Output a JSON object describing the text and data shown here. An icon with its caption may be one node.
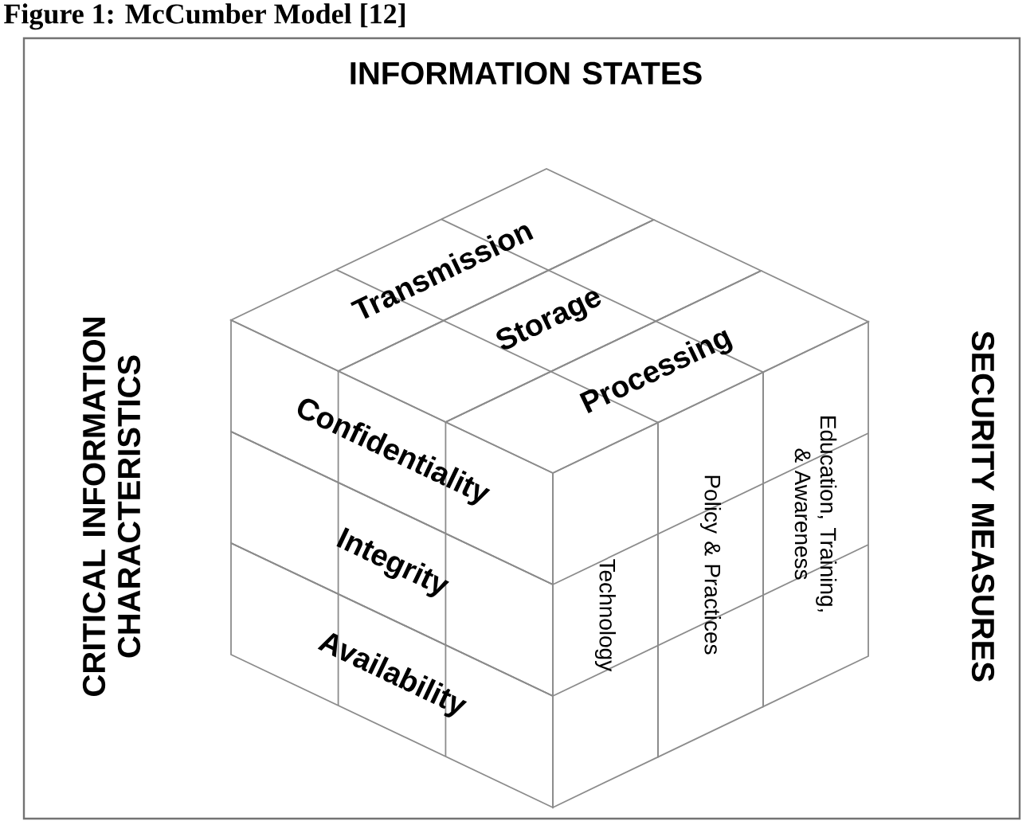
{
  "diagram": {
    "title": "Figure 1: McCumber Model [12]",
    "nodes": [
      {
        "text": [
          "Transmission"
        ]
      },
      {
        "text": [
          "Storage"
        ]
      },
      {
        "text": [
          "Processing"
        ]
      },
      {
        "text": [
          "Confidentiality"
        ]
      },
      {
        "text": [
          "Integrity"
        ]
      },
      {
        "text": [
          "Availability"
        ]
      },
      {
        "text": [
          "Technology"
        ]
      },
      {
        "text": [
          "Policy & Practices"
        ]
      },
      {
        "text": [
          "Education, Training, & Awareness"
        ]
      }
    ],
    "labels": [
      "INFORMATION STATES",
      "CRITICAL INFORMATION CHARACTERISTICS",
      "SECURITY MEASURES"
    ]
  }
}
